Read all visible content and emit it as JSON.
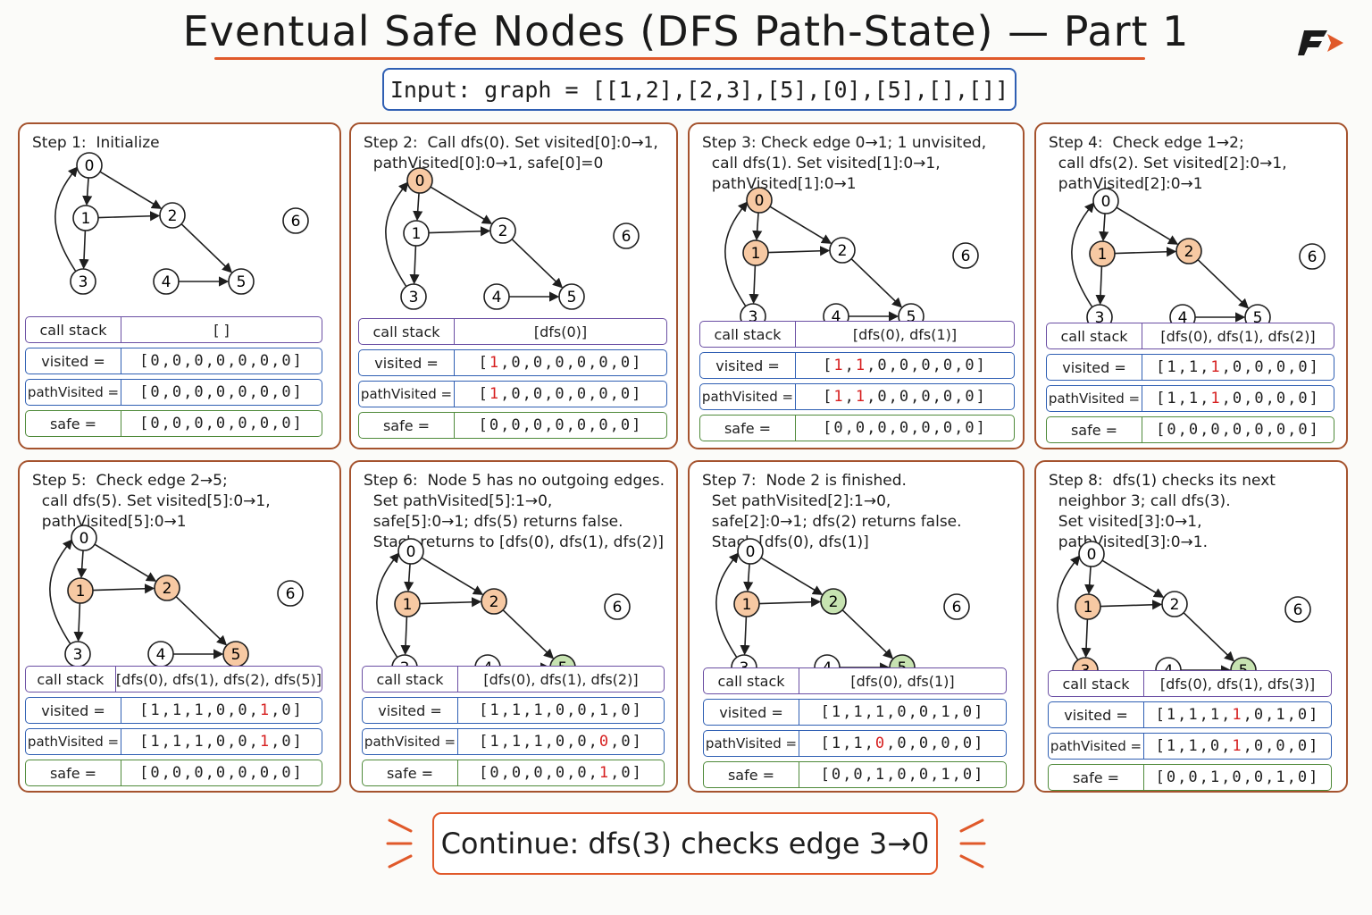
{
  "title": "Eventual Safe Nodes (DFS Path-State) — Part 1",
  "input": "Input:  graph = [[1,2],[2,3],[5],[0],[5],[],[]]",
  "labels": {
    "call_stack": "call stack",
    "visited": "visited =",
    "path_visited": "pathVisited =",
    "safe": "safe ="
  },
  "colors": {
    "accent": "#e0592a",
    "frame": "#a5532e",
    "node_active": "#f7c9a3",
    "node_safe": "#c7e3b1",
    "node_stroke": "#1e1e1e",
    "highlight": "#d61f1f"
  },
  "graph": {
    "edges": [
      [
        0,
        1
      ],
      [
        0,
        2
      ],
      [
        1,
        2
      ],
      [
        1,
        3
      ],
      [
        3,
        0
      ],
      [
        2,
        5
      ],
      [
        4,
        5
      ]
    ]
  },
  "steps": [
    {
      "text": "Step 1:  Initialize",
      "nodes_active": [],
      "nodes_safe": [],
      "call_stack": "[ ]",
      "visited": [
        0,
        0,
        0,
        0,
        0,
        0,
        0
      ],
      "visited_hl": [],
      "path_visited": [
        0,
        0,
        0,
        0,
        0,
        0,
        0
      ],
      "path_hl": [],
      "safe": [
        0,
        0,
        0,
        0,
        0,
        0,
        0
      ],
      "safe_hl": []
    },
    {
      "text": "Step 2:  Call dfs(0). Set visited[0]:0→1,\n  pathVisited[0]:0→1, safe[0]=0",
      "nodes_active": [
        0
      ],
      "nodes_safe": [],
      "call_stack": "[dfs(0)]",
      "visited": [
        1,
        0,
        0,
        0,
        0,
        0,
        0
      ],
      "visited_hl": [
        0
      ],
      "path_visited": [
        1,
        0,
        0,
        0,
        0,
        0,
        0
      ],
      "path_hl": [
        0
      ],
      "safe": [
        0,
        0,
        0,
        0,
        0,
        0,
        0
      ],
      "safe_hl": []
    },
    {
      "text": "Step 3: Check edge 0→1; 1 unvisited,\n  call dfs(1). Set visited[1]:0→1,\n  pathVisited[1]:0→1",
      "nodes_active": [
        0,
        1
      ],
      "nodes_safe": [],
      "call_stack": "[dfs(0), dfs(1)]",
      "visited": [
        1,
        1,
        0,
        0,
        0,
        0,
        0
      ],
      "visited_hl": [
        0,
        1
      ],
      "path_visited": [
        1,
        1,
        0,
        0,
        0,
        0,
        0
      ],
      "path_hl": [
        0,
        1
      ],
      "safe": [
        0,
        0,
        0,
        0,
        0,
        0,
        0
      ],
      "safe_hl": []
    },
    {
      "text": "Step 4:  Check edge 1→2;\n  call dfs(2). Set visited[2]:0→1,\n  pathVisited[2]:0→1",
      "nodes_active": [
        1,
        2
      ],
      "nodes_safe": [],
      "call_stack": "[dfs(0), dfs(1), dfs(2)]",
      "visited": [
        1,
        1,
        1,
        0,
        0,
        0,
        0
      ],
      "visited_hl": [
        2
      ],
      "path_visited": [
        1,
        1,
        1,
        0,
        0,
        0,
        0
      ],
      "path_hl": [
        2
      ],
      "safe": [
        0,
        0,
        0,
        0,
        0,
        0,
        0
      ],
      "safe_hl": []
    },
    {
      "text": "Step 5:  Check edge 2→5;\n  call dfs(5). Set visited[5]:0→1,\n  pathVisited[5]:0→1",
      "nodes_active": [
        1,
        2,
        5
      ],
      "nodes_safe": [],
      "call_stack": "[dfs(0), dfs(1), dfs(2), dfs(5)]",
      "visited": [
        1,
        1,
        1,
        0,
        0,
        1,
        0
      ],
      "visited_hl": [
        5
      ],
      "path_visited": [
        1,
        1,
        1,
        0,
        0,
        1,
        0
      ],
      "path_hl": [
        5
      ],
      "safe": [
        0,
        0,
        0,
        0,
        0,
        0,
        0
      ],
      "safe_hl": []
    },
    {
      "text": "Step 6:  Node 5 has no outgoing edges.\n  Set pathVisited[5]:1→0,\n  safe[5]:0→1; dfs(5) returns false.\n  Stack returns to [dfs(0), dfs(1), dfs(2)]",
      "nodes_active": [
        1,
        2
      ],
      "nodes_safe": [
        5
      ],
      "call_stack": "[dfs(0), dfs(1), dfs(2)]",
      "visited": [
        1,
        1,
        1,
        0,
        0,
        1,
        0
      ],
      "visited_hl": [],
      "path_visited": [
        1,
        1,
        1,
        0,
        0,
        0,
        0
      ],
      "path_hl": [
        5
      ],
      "safe": [
        0,
        0,
        0,
        0,
        0,
        1,
        0
      ],
      "safe_hl": [
        5
      ]
    },
    {
      "text": "Step 7:  Node 2 is finished.\n  Set pathVisited[2]:1→0,\n  safe[2]:0→1; dfs(2) returns false.\n  Stack [dfs(0), dfs(1)]",
      "nodes_active": [
        1
      ],
      "nodes_safe": [
        2,
        5
      ],
      "call_stack": "[dfs(0), dfs(1)]",
      "visited": [
        1,
        1,
        1,
        0,
        0,
        1,
        0
      ],
      "visited_hl": [],
      "path_visited": [
        1,
        1,
        0,
        0,
        0,
        0,
        0
      ],
      "path_hl": [
        2
      ],
      "safe": [
        0,
        0,
        1,
        0,
        0,
        1,
        0
      ],
      "safe_hl": []
    },
    {
      "text": "Step 8:  dfs(1) checks its next\n  neighbor 3; call dfs(3).\n  Set visited[3]:0→1,\n  pathVisited[3]:0→1.",
      "nodes_active": [
        1,
        3
      ],
      "nodes_safe": [
        5
      ],
      "call_stack": "[dfs(0), dfs(1), dfs(3)]",
      "visited": [
        1,
        1,
        1,
        1,
        0,
        1,
        0
      ],
      "visited_hl": [
        3
      ],
      "path_visited": [
        1,
        1,
        0,
        1,
        0,
        0,
        0
      ],
      "path_hl": [
        3
      ],
      "safe": [
        0,
        0,
        1,
        0,
        0,
        1,
        0
      ],
      "safe_hl": []
    }
  ],
  "continue": "Continue:  dfs(3)  checks edge 3→0"
}
